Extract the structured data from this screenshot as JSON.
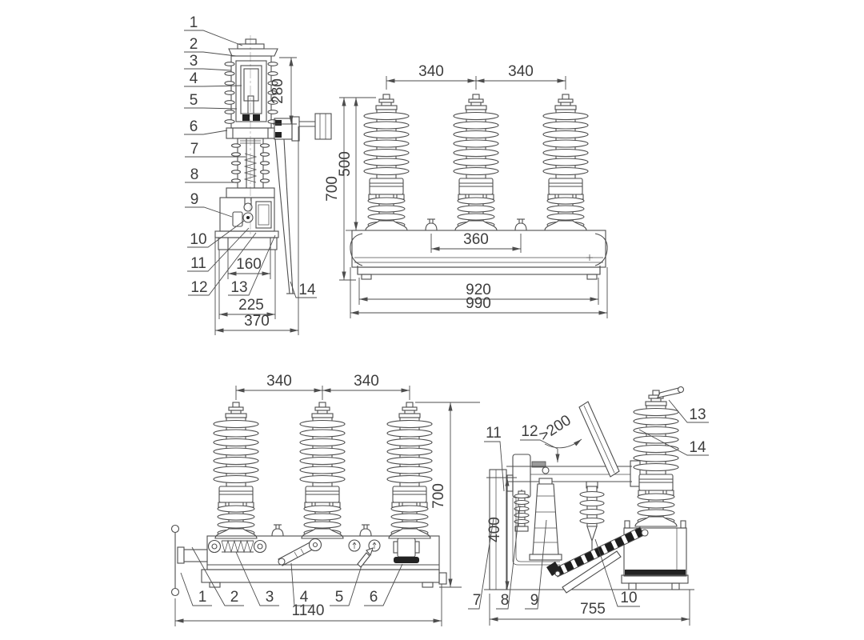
{
  "colors": {
    "background": "#ffffff",
    "line": "#4d4d4d",
    "text": "#3d3d3d"
  },
  "section": {
    "callouts": [
      "1",
      "2",
      "3",
      "4",
      "5",
      "6",
      "7",
      "8",
      "9",
      "10",
      "11",
      "12",
      "13",
      "14"
    ],
    "dims": {
      "height": "280",
      "slot": "160",
      "base": "225",
      "overall": "370"
    }
  },
  "front_a": {
    "dims": {
      "spacing_left": "340",
      "spacing_right": "340",
      "total_height": "700",
      "insulator_height": "500",
      "lug_spacing": "360",
      "tank_width": "920",
      "total_width": "990"
    }
  },
  "front_b": {
    "callouts": [
      "1",
      "2",
      "3",
      "4",
      "5",
      "6"
    ],
    "dims": {
      "spacing_left": "340",
      "spacing_right": "340",
      "total_height": "700",
      "total_width": "1140"
    }
  },
  "side": {
    "callouts": [
      "7",
      "8",
      "9",
      "10",
      "11",
      "12",
      "13",
      "14"
    ],
    "dims": {
      "clearance": ">200",
      "frame_height": "400",
      "total_depth": "755"
    }
  }
}
